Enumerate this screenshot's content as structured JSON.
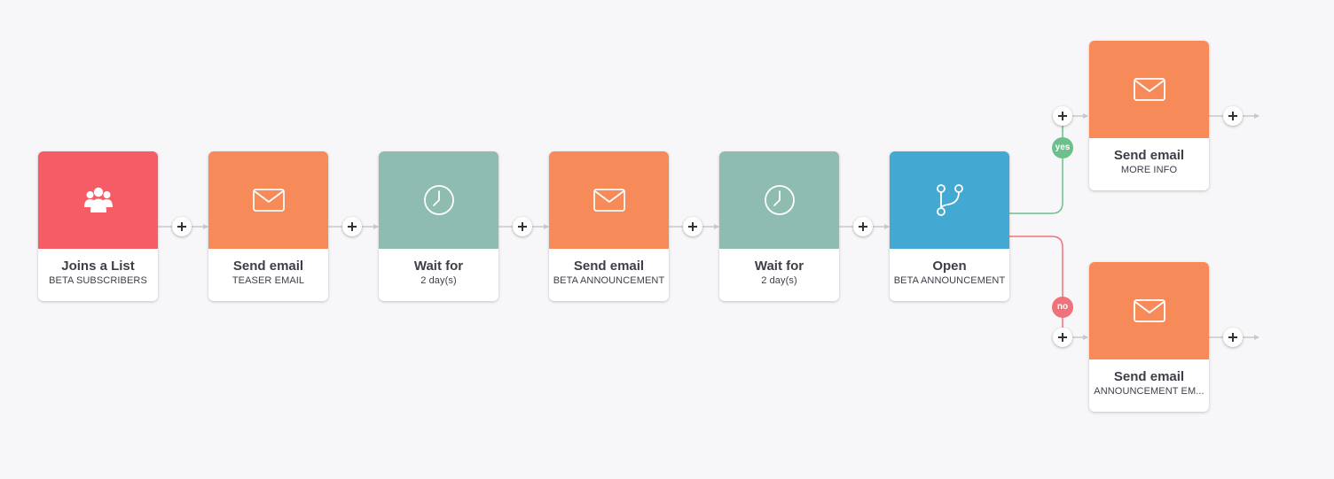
{
  "colors": {
    "background": "#f7f7f9",
    "trigger": "#f65c65",
    "email": "#f68b59",
    "wait": "#8fbcb1",
    "condition": "#43a9d2",
    "yes_branch": "#6cc08b",
    "no_branch": "#f0717a",
    "connector": "#c9c9cd"
  },
  "workflow": {
    "nodes": [
      {
        "type": "trigger",
        "icon": "users-icon",
        "title": "Joins a List",
        "subtitle": "BETA SUBSCRIBERS"
      },
      {
        "type": "email",
        "icon": "envelope-icon",
        "title": "Send email",
        "subtitle": "TEASER EMAIL"
      },
      {
        "type": "wait",
        "icon": "clock-icon",
        "title": "Wait for",
        "subtitle": "2 day(s)"
      },
      {
        "type": "email",
        "icon": "envelope-icon",
        "title": "Send email",
        "subtitle": "BETA ANNOUNCEMENT"
      },
      {
        "type": "wait",
        "icon": "clock-icon",
        "title": "Wait for",
        "subtitle": "2 day(s)"
      },
      {
        "type": "condition",
        "icon": "branch-icon",
        "title": "Open",
        "subtitle": "BETA ANNOUNCEMENT"
      }
    ],
    "branches": {
      "yes": {
        "label": "yes",
        "node": {
          "type": "email",
          "icon": "envelope-icon",
          "title": "Send email",
          "subtitle": "MORE INFO"
        }
      },
      "no": {
        "label": "no",
        "node": {
          "type": "email",
          "icon": "envelope-icon",
          "title": "Send email",
          "subtitle": "ANNOUNCEMENT EM..."
        }
      }
    }
  }
}
